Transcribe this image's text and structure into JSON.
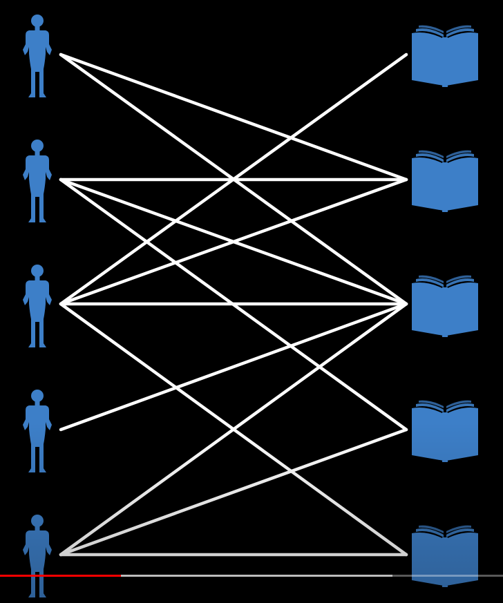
{
  "colors": {
    "background": "#000000",
    "figure": "#3d7fc8",
    "book": "#3d7fc8",
    "edge": "#ffffff",
    "progress_played": "#ff0000"
  },
  "icons": {
    "person": "person-icon",
    "book": "book-icon"
  },
  "graph": {
    "people": [
      "person-1",
      "person-2",
      "person-3",
      "person-4",
      "person-5"
    ],
    "books": [
      "book-1",
      "book-2",
      "book-3",
      "book-4",
      "book-5"
    ],
    "edges": [
      [
        1,
        2
      ],
      [
        1,
        3
      ],
      [
        2,
        2
      ],
      [
        2,
        3
      ],
      [
        2,
        4
      ],
      [
        3,
        1
      ],
      [
        3,
        2
      ],
      [
        3,
        3
      ],
      [
        3,
        5
      ],
      [
        4,
        3
      ],
      [
        5,
        3
      ],
      [
        5,
        4
      ],
      [
        5,
        5
      ]
    ]
  },
  "player": {
    "progress": 0.24,
    "buffered": 0.78
  }
}
